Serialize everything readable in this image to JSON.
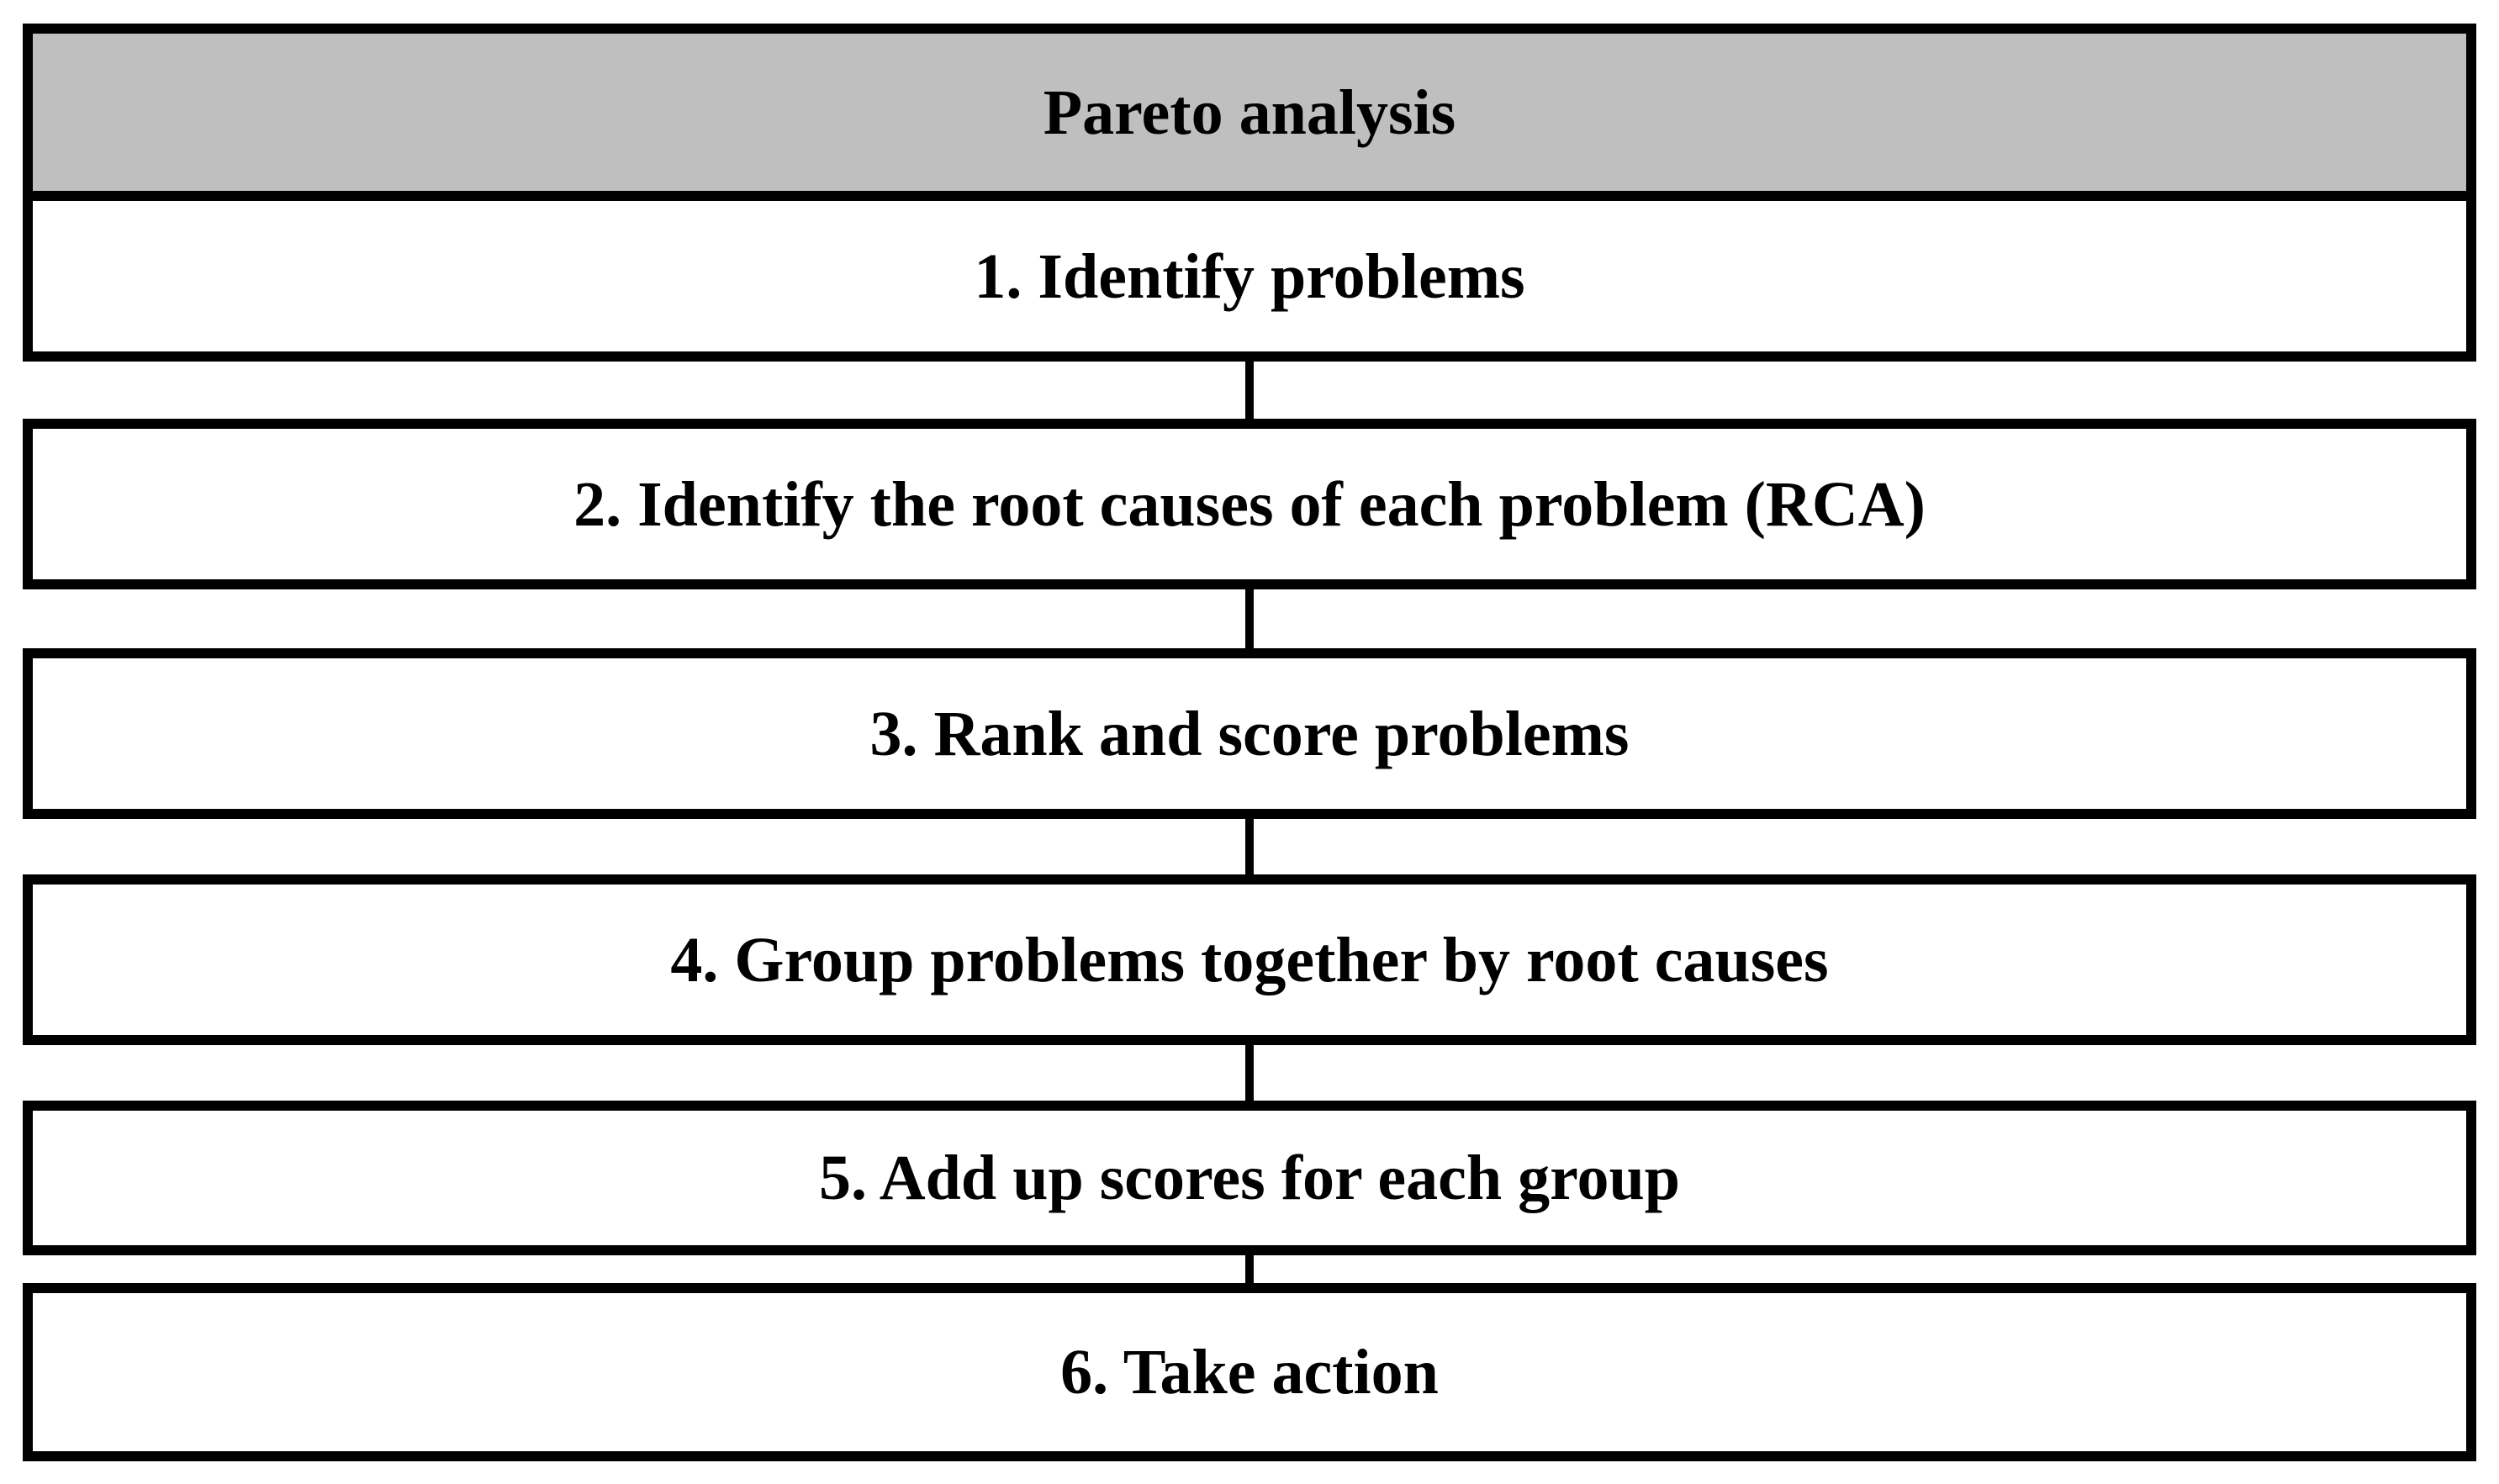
{
  "diagram": {
    "title": "Pareto analysis",
    "steps": [
      "1. Identify problems",
      "2. Identify the root causes of each problem (RCA)",
      "3. Rank and score problems",
      "4. Group problems together by root causes",
      "5. Add up scores for each group",
      "6. Take action"
    ],
    "colors": {
      "header_bg": "#bfbfbf",
      "border": "#000000",
      "box_bg": "#ffffff",
      "text": "#000000",
      "page_bg": "#ffffff"
    }
  }
}
